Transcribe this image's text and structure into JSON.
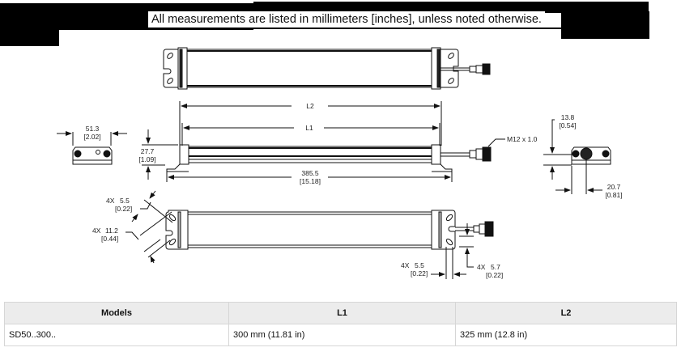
{
  "header": {
    "note": "All measurements are listed in millimeters [inches], unless noted otherwise."
  },
  "drawing": {
    "dimensions": {
      "end_width": {
        "mm": "51.3",
        "in": "[2.02]"
      },
      "height": {
        "mm": "27.7",
        "in": "[1.09]"
      },
      "overall_length": {
        "mm": "385.5",
        "in": "[15.18]"
      },
      "l2_label": "L2",
      "l1_label": "L1",
      "connector": "M12 x 1.0",
      "connector_height": {
        "mm": "13.8",
        "in": "[0.54]"
      },
      "connector_offset": {
        "mm": "20.7",
        "in": "[0.81]"
      },
      "slot_width_left": {
        "qty": "4X",
        "mm": "5.5",
        "in": "[0.22]"
      },
      "slot_length_left": {
        "qty": "4X",
        "mm": "11.2",
        "in": "[0.44]"
      },
      "slot_width_right": {
        "qty": "4X",
        "mm": "5.5",
        "in": "[0.22]"
      },
      "slot_offset_right": {
        "qty": "4X",
        "mm": "5.7",
        "in": "[0.22]"
      }
    }
  },
  "table": {
    "headers": [
      "Models",
      "L1",
      "L2"
    ],
    "rows": [
      [
        "SD50..300..",
        "300 mm (11.81 in)",
        "325 mm (12.8 in)"
      ]
    ]
  }
}
